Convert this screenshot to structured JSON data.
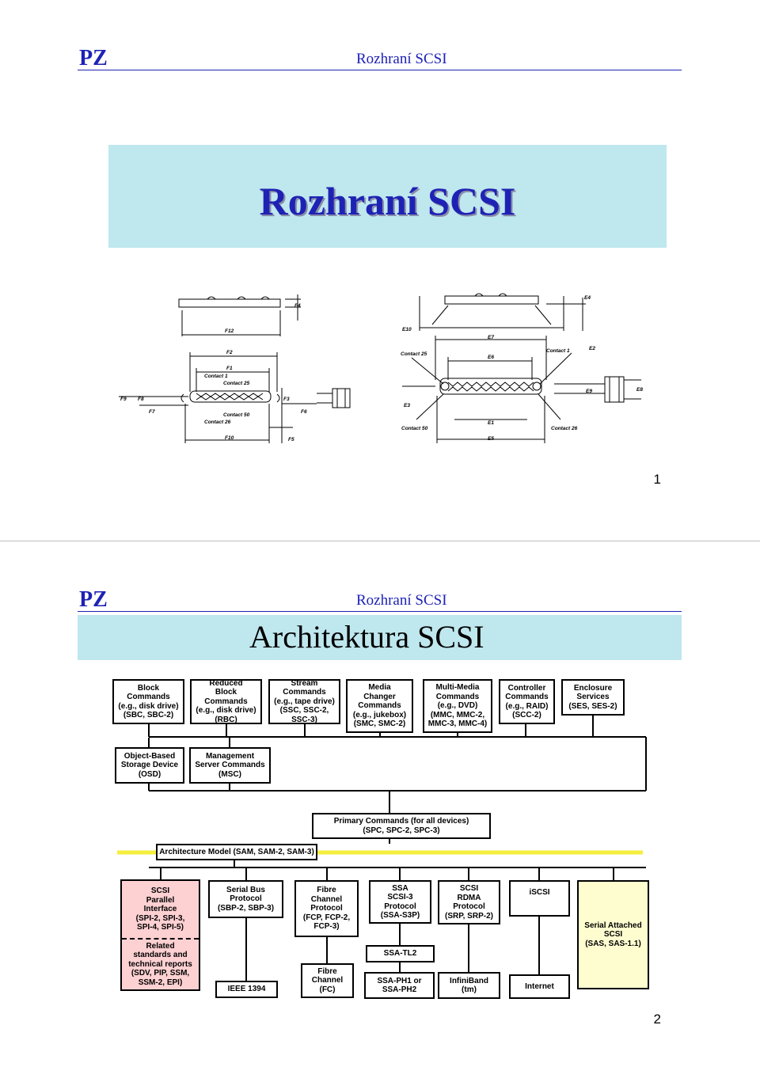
{
  "header": {
    "logo": "PZ",
    "title": "Rozhraní SCSI"
  },
  "slide1": {
    "title": "Rozhraní SCSI",
    "page_number": "1",
    "connector_labels": {
      "F4": "F4",
      "F12": "F12",
      "F2": "F2",
      "F1": "F1",
      "contact1": "Contact 1",
      "contact25": "Contact 25",
      "F9": "F9",
      "F8": "F8",
      "F7": "F7",
      "F3": "F3",
      "F6": "F6",
      "contact50": "Contact 50",
      "contact26": "Contact 26",
      "F10": "F10",
      "F5": "F5",
      "E4": "E4",
      "E10": "E10",
      "E7": "E7",
      "E25": "Contact 25",
      "E6": "E6",
      "Ec1": "Contact 1",
      "E2": "E2",
      "E3": "E3",
      "E9": "E9",
      "E8": "E8",
      "E50": "Contact 50",
      "E1": "E1",
      "E26": "Contact 26",
      "E5": "E5"
    }
  },
  "slide2": {
    "title": "Architektura SCSI",
    "page_number": "2",
    "command_sets": [
      "Block\nCommands\n(e.g., disk drive)\n(SBC, SBC-2)",
      "Reduced\nBlock\nCommands\n(e.g., disk drive)\n(RBC)",
      "Stream\nCommands\n(e.g., tape drive)\n(SSC, SSC-2,\nSSC-3)",
      "Media\nChanger\nCommands\n(e.g., jukebox)\n(SMC, SMC-2)",
      "Multi-Media\nCommands\n(e.g., DVD)\n(MMC, MMC-2,\nMMC-3, MMC-4)",
      "Controller\nCommands\n(e.g., RAID)\n(SCC-2)",
      "Enclosure\nServices\n(SES, SES-2)"
    ],
    "command_sets_row2": [
      "Object-Based\nStorage Device\n(OSD)",
      "Management\nServer Commands\n(MSC)"
    ],
    "primary": "Primary Commands (for all devices)\n(SPC, SPC-2, SPC-3)",
    "architecture_model": "Architecture Model (SAM, SAM-2, SAM-3)",
    "spi_top": "SCSI\nParallel\nInterface\n(SPI-2, SPI-3,\nSPI-4, SPI-5)",
    "spi_bottom": "Related\nstandards and\ntechnical reports\n(SDV, PIP, SSM,\nSSM-2, EPI)",
    "protocols": [
      "Serial Bus\nProtocol\n(SBP-2, SBP-3)",
      "Fibre\nChannel\nProtocol\n(FCP, FCP-2,\nFCP-3)",
      "SSA\nSCSI-3\nProtocol\n(SSA-S3P)",
      "SCSI\nRDMA\nProtocol\n(SRP, SRP-2)",
      "iSCSI"
    ],
    "sas": "Serial Attached\nSCSI\n(SAS, SAS-1.1)",
    "transports": {
      "ieee1394": "IEEE 1394",
      "fc": "Fibre\nChannel\n(FC)",
      "ssa_tl2": "SSA-TL2",
      "ssa_ph": "SSA-PH1 or\nSSA-PH2",
      "infiniband": "InfiniBand\n(tm)",
      "internet": "Internet"
    },
    "colors": {
      "spi": "#fdd0d2",
      "sas": "#fdfdd0",
      "model_line": "#f4ee3c"
    }
  }
}
